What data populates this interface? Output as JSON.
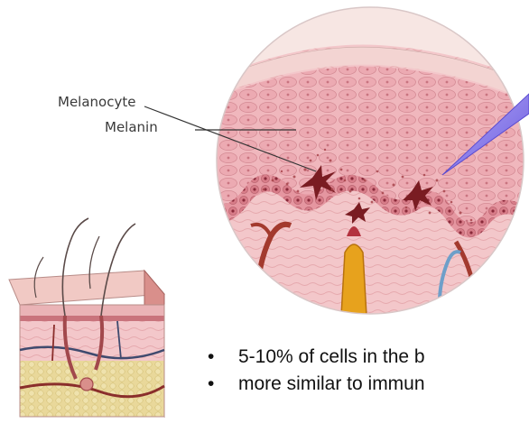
{
  "labels": {
    "melanocyte": "Melanocyte",
    "melanin": "Melanin"
  },
  "bullets": [
    {
      "marker": "•",
      "text": "5-10% of cells in the b"
    },
    {
      "marker": "•",
      "text": "more similar to immun"
    }
  ],
  "colors": {
    "skin_pink": "#f1b9bf",
    "epidermis_cells": "#e8a2ab",
    "melanocyte_dark": "#7a1c22",
    "melanin_dots": "#a8454c",
    "dermis": "#f3c5c8",
    "fat_yellow": "#e7d592",
    "pointer_purple": "#7c6ee6",
    "label_text": "#3a3a3a"
  }
}
